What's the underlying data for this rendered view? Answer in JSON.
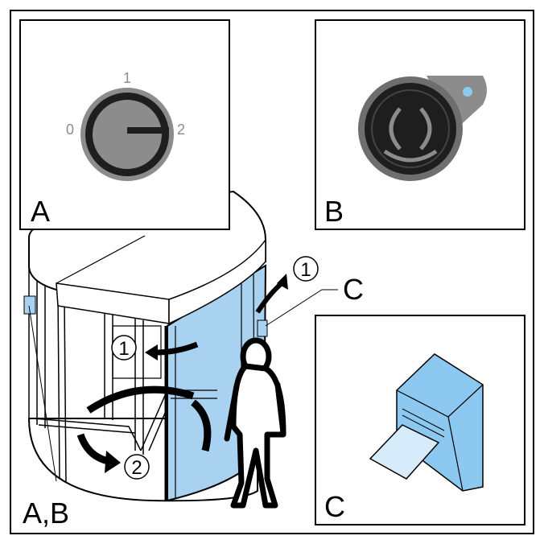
{
  "colors": {
    "glass": "#a9d2f0",
    "glass_dark": "#7fb3dc",
    "switch_gray": "#8c8c8c",
    "button_ring": "#6e6e6e",
    "button_face": "#1e1e1e",
    "indicator": "#8cc8f0",
    "line": "#000000"
  },
  "callouts": {
    "a": "A",
    "b": "B",
    "c": "C",
    "c_top": "C",
    "ab": "A,B"
  },
  "switch_positions": {
    "p0": "0",
    "p1": "1",
    "p2": "2"
  },
  "steps": {
    "step1a": "1",
    "step1b": "1",
    "step2": "2"
  },
  "icons": {
    "key_switch": "rotary-key-switch-icon",
    "button": "round-push-button-icon",
    "ticket": "ticket-card-reader-icon",
    "person": "walking-person-icon",
    "door": "revolving-door-icon"
  }
}
